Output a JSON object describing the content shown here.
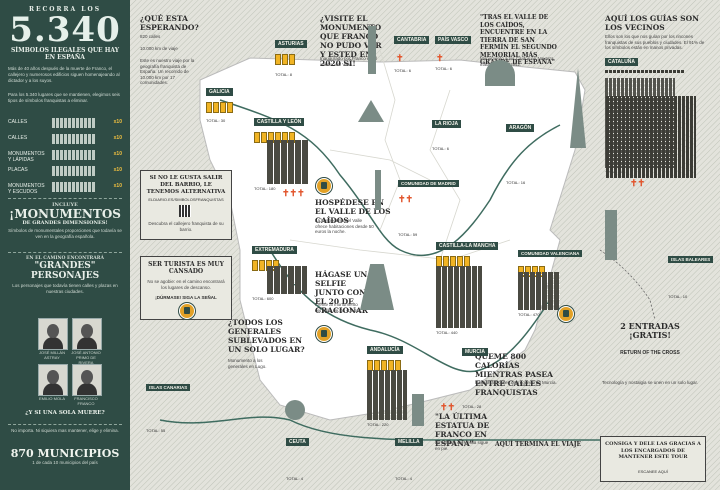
{
  "sidebar": {
    "header_top": "RECORRA LOS",
    "big_number": "5.340",
    "subtitle": "SÍMBOLOS ILEGALES QUE HAY EN ESPAÑA",
    "intro": "Más de 40 años después de la muerte de Franco, el callejero y numerosos edificios siguen homenajeando al dictador y a los suyos.",
    "mid_text": "Para los 5.340 lugares que se mantienen, elegimos seis tipos de símbolos franquistas a eliminar.",
    "rows": [
      {
        "label": "CALLES",
        "value": "x10"
      },
      {
        "label": "CALLES",
        "value": "x10"
      },
      {
        "label": "MONUMENTOS Y LÁPIDAS",
        "value": "x10"
      },
      {
        "label": "PLACAS",
        "value": "x10"
      },
      {
        "label": "MONUMENTOS Y ESCUDOS",
        "value": "x10"
      }
    ],
    "monumentos_kicker": "INCLUYE",
    "monumentos_title": "¡MONUMENTOS",
    "monumentos_sub": "DE GRANDES DIMENSIONES!",
    "monumentos_text": "Símbolos de monumentales proporciones que todavía se ven en la geografía española.",
    "personajes_kicker": "EN EL CAMINO ENCONTRARÁ",
    "personajes_title": "\"GRANDES\" PERSONAJES",
    "personajes_text": "Los personajes que todavía tienen calles y plazas en nuestras ciudades.",
    "persons": [
      {
        "name": "JOSÉ MILLÁN ASTRAY"
      },
      {
        "name": "JOSÉ ANTONIO PRIMO DE RIVERA"
      },
      {
        "name": "EMILIO MOLA"
      },
      {
        "name": "FRANCISCO FRANCO"
      }
    ],
    "si_no_title": "¿Y SI UNA SOLA MUERE?",
    "si_no_text": "No importa. Ni siquiera mas mantener, elige y elimina.",
    "footer_label": "MUNICIPIOS",
    "footer_number": "870 MUNICIPIOS",
    "footer_text": "1 de cada 10 municipios del país"
  },
  "main": {
    "q1_title": "¿QUÉ ESTA ESPERANDO?",
    "q1_text": "Este es nuestro viaje por la geografía franquista de España. Un recorrido de 10.000 km por 17 comunidades.",
    "q1_stats": [
      "820 calles",
      "10.000 km de viaje"
    ],
    "q2_title": "¿VISITE EL MONUMENTO QUE FRANCO NO PUDO VER Y ESTED EN 2020 SÍ!",
    "q2_text": "Inaugurado por Franco en el interior del Valle.",
    "q3_title": "\"TRAS EL VALLE DE LOS CAÍDOS, ENCUENTRE EN LA TIERRA DE SAN FERMÍN EL SEGUNDO MEMORIAL MÁS GRANDE DE ESPAÑA\"",
    "q3_text": "Monumento a los Caídos en Navarra, inaugurado en 1942.",
    "q4_title": "AQUÍ LOS GUÍAS SON LOS VECINOS",
    "q4_text": "Ellos son los que nos guían por los rincones franquistas de sus pueblos y ciudades. El 91% de los símbolos están en manos privadas.",
    "q5_title": "SI NO LE GUSTA SALIR DEL BARRIO, LE TENEMOS ALTERNATIVA",
    "q5_url": "ELDIARIO.ES/SIMBOLOSFRANQUISTAS",
    "q5_text": "Descubra el callejero franquista de su barrio.",
    "q6_title": "HOSPÉDESE EN EL VALLE DE LOS CAÍDOS",
    "q6_text": "La hospedería del Valle ofrece habitaciones desde 50 euros la noche.",
    "q7_title": "SER TURISTA ES MUY CANSADO",
    "q7_text": "No se agobie: en el camino encontrará los lugares de descanso.",
    "q7_sub": "¡DÚRMASE! SIGA LA SEÑAL",
    "q8_title": "HÁGASE UNA SELFIE JUNTO CON EL 20 DE CRACIONAR",
    "q8_text": "Frente al monumento del Valle de los Caídos.",
    "q9_title": "¿TODOS LOS GENERALES SUBLEVADOS EN UN SOLO LUGAR?",
    "q9_text": "Monumento a los generales en Lugo.",
    "q10_title": "QUEME 800 CALORÍAS MIENTRAS PASEA ENTRE CALLES FRANQUISTAS",
    "q10_text": "Pasear por calles del régimen en Murcia.",
    "q11_title": "\"LA ÚLTIMA ESTATUA DE FRANCO EN ESPAÑA\"",
    "q11_text": "La estatua de Melilla sigue en pie.",
    "q12_title": "2 ENTRADAS ¡GRATIS!",
    "q12_sub": "RETURN OF THE CROSS",
    "q12_text": "Tecnología y nostalgia se unen en un solo lugar.",
    "q13_title": "CONSIGA Y DELE LAS GRACIAS A LOS ENCARGADOS DE MANTENER ESTE TOUR",
    "q13_sub": "ESCANEE AQUÍ",
    "end_text": "AQUÍ TERMINA EL VIAJE",
    "regions": [
      {
        "name": "ASTURIAS",
        "total": "TOTAL: 8"
      },
      {
        "name": "CANTABRIA",
        "total": "TOTAL: 6"
      },
      {
        "name": "PAÍS VASCO",
        "total": "TOTAL: 6"
      },
      {
        "name": "CATALUÑA",
        "total": "TOTAL: 8"
      },
      {
        "name": "GALICIA",
        "total": "TOTAL: 30"
      },
      {
        "name": "CASTILLA Y LEÓN",
        "total": "TOTAL: 180"
      },
      {
        "name": "LA RIOJA",
        "total": "TOTAL: 6"
      },
      {
        "name": "ARAGÓN",
        "total": "TOTAL: 16"
      },
      {
        "name": "COMUNIDAD DE MADRID",
        "total": "TOTAL: 59"
      },
      {
        "name": "EXTREMADURA",
        "total": "TOTAL: 600"
      },
      {
        "name": "CASTILLA-LA MANCHA",
        "total": "TOTAL: 440"
      },
      {
        "name": "COMUNIDAD VALENCIANA",
        "total": "TOTAL: 470"
      },
      {
        "name": "ISLAS BALEARES",
        "total": "TOTAL: 10"
      },
      {
        "name": "ANDALUCÍA",
        "total": "TOTAL: 220"
      },
      {
        "name": "MURCIA",
        "total": "TOTAL: 28"
      },
      {
        "name": "ISLAS CANARIAS",
        "total": "TOTAL: 55"
      },
      {
        "name": "CEUTA",
        "total": "TOTAL: 4"
      },
      {
        "name": "MELILLA",
        "total": "TOTAL: 4"
      }
    ]
  }
}
